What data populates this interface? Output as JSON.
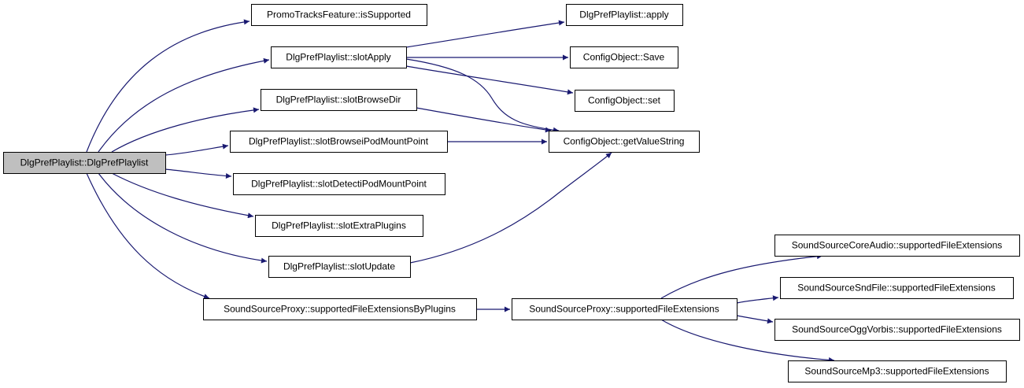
{
  "colors": {
    "edge": "#191970",
    "root_fill": "#bfbfbf",
    "node_fill": "#ffffff",
    "border": "#000000"
  },
  "nodes": [
    {
      "id": "root",
      "label": "DlgPrefPlaylist::DlgPrefPlaylist",
      "root": true
    },
    {
      "id": "promo",
      "label": "PromoTracksFeature::isSupported"
    },
    {
      "id": "slotApply",
      "label": "DlgPrefPlaylist::slotApply"
    },
    {
      "id": "slotBrowseDir",
      "label": "DlgPrefPlaylist::slotBrowseDir"
    },
    {
      "id": "slotBrowseIpod",
      "label": "DlgPrefPlaylist::slotBrowseiPodMountPoint"
    },
    {
      "id": "slotDetectIpod",
      "label": "DlgPrefPlaylist::slotDetectiPodMountPoint"
    },
    {
      "id": "slotExtra",
      "label": "DlgPrefPlaylist::slotExtraPlugins"
    },
    {
      "id": "slotUpdate",
      "label": "DlgPrefPlaylist::slotUpdate"
    },
    {
      "id": "ssProxyPlugins",
      "label": "SoundSourceProxy::supportedFileExtensionsByPlugins"
    },
    {
      "id": "apply",
      "label": "DlgPrefPlaylist::apply"
    },
    {
      "id": "save",
      "label": "ConfigObject::Save"
    },
    {
      "id": "set",
      "label": "ConfigObject::set"
    },
    {
      "id": "getValueString",
      "label": "ConfigObject::getValueString"
    },
    {
      "id": "ssProxy",
      "label": "SoundSourceProxy::supportedFileExtensions"
    },
    {
      "id": "coreAudio",
      "label": "SoundSourceCoreAudio::supportedFileExtensions"
    },
    {
      "id": "sndFile",
      "label": "SoundSourceSndFile::supportedFileExtensions"
    },
    {
      "id": "oggVorbis",
      "label": "SoundSourceOggVorbis::supportedFileExtensions"
    },
    {
      "id": "mp3",
      "label": "SoundSourceMp3::supportedFileExtensions"
    }
  ],
  "edges": [
    {
      "from": "root",
      "to": "promo"
    },
    {
      "from": "root",
      "to": "slotApply"
    },
    {
      "from": "root",
      "to": "slotBrowseDir"
    },
    {
      "from": "root",
      "to": "slotBrowseIpod"
    },
    {
      "from": "root",
      "to": "slotDetectIpod"
    },
    {
      "from": "root",
      "to": "slotExtra"
    },
    {
      "from": "root",
      "to": "slotUpdate"
    },
    {
      "from": "root",
      "to": "ssProxyPlugins"
    },
    {
      "from": "slotApply",
      "to": "apply"
    },
    {
      "from": "slotApply",
      "to": "save"
    },
    {
      "from": "slotApply",
      "to": "set"
    },
    {
      "from": "slotApply",
      "to": "getValueString"
    },
    {
      "from": "slotBrowseDir",
      "to": "getValueString"
    },
    {
      "from": "slotBrowseIpod",
      "to": "getValueString"
    },
    {
      "from": "slotUpdate",
      "to": "getValueString"
    },
    {
      "from": "ssProxyPlugins",
      "to": "ssProxy"
    },
    {
      "from": "ssProxy",
      "to": "coreAudio"
    },
    {
      "from": "ssProxy",
      "to": "sndFile"
    },
    {
      "from": "ssProxy",
      "to": "oggVorbis"
    },
    {
      "from": "ssProxy",
      "to": "mp3"
    }
  ]
}
